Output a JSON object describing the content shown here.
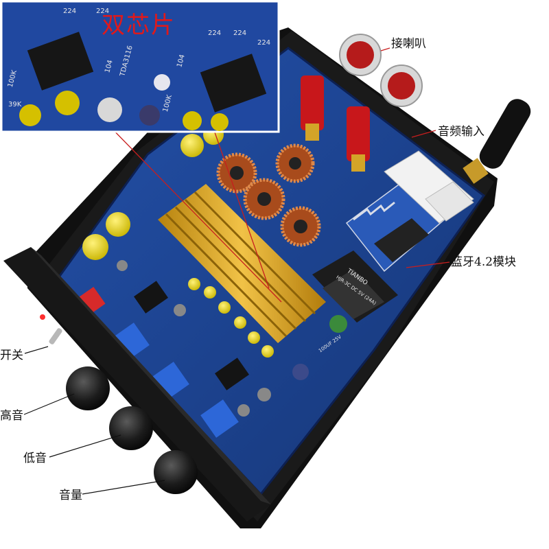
{
  "inset": {
    "title": "双芯片",
    "silkscreen": [
      "224",
      "224",
      "224",
      "224",
      "224",
      "104",
      "104",
      "TDA3116",
      "100K",
      "100K",
      "39K"
    ]
  },
  "callouts": {
    "speaker": "接喇叭",
    "audio_in": "音频输入",
    "bt_module": "蓝牙4.2模块",
    "switch": "开关",
    "treble": "高音",
    "bass": "低音",
    "volume": "音量"
  },
  "board": {
    "module_brand": "TIANBO",
    "module_text": "HJR-3C DC 5V (24A)",
    "cap_label": "100UF 25V"
  },
  "colors": {
    "pcb": "#1f3f8f",
    "chassis": "#141414",
    "heatsink": "#d9a21c",
    "leader": "#c81e1e",
    "title": "#e0191b"
  }
}
